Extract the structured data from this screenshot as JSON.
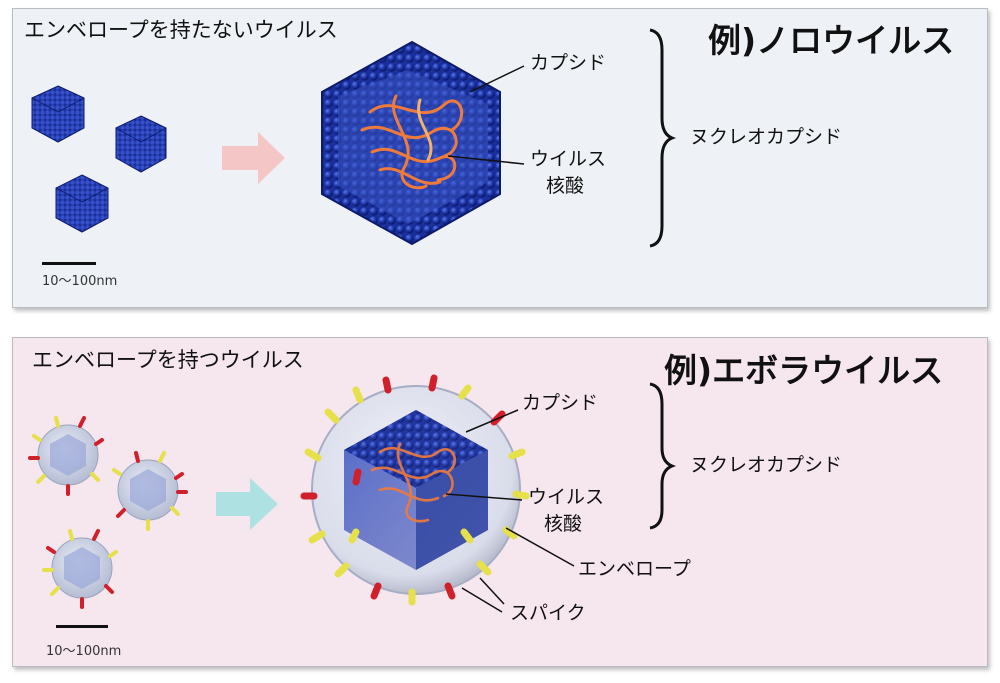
{
  "non_enveloped": {
    "heading": "エンベロープを持たないウイルス",
    "example": "例)ノロウイルス",
    "labels": {
      "capsid": "カプシド",
      "nucleic_acid_line1": "ウイルス",
      "nucleic_acid_line2": "核酸",
      "nucleocapsid": "ヌクレオカプシド"
    },
    "scale": "10～100nm"
  },
  "enveloped": {
    "heading": "エンベロープを持つウイルス",
    "example": "例)エボラウイルス",
    "labels": {
      "capsid": "カプシド",
      "nucleic_acid_line1": "ウイルス",
      "nucleic_acid_line2": "核酸",
      "nucleocapsid": "ヌクレオカプシド",
      "envelope": "エンベロープ",
      "spike": "スパイク"
    },
    "scale": "10～100nm"
  },
  "colors": {
    "capsid_blue": "#1d35a8",
    "nucleic_acid_orange": "#f07a3a",
    "spike_yellow": "#e6e04a",
    "spike_red": "#d0202a",
    "arrow_pink": "#f4c6c6",
    "arrow_cyan": "#aee2e2"
  }
}
